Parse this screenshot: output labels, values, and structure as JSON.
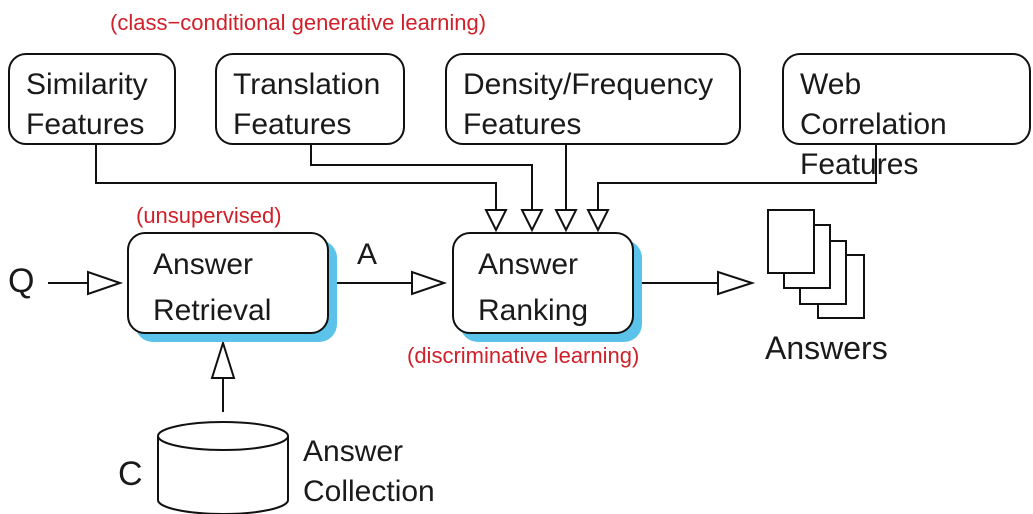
{
  "annotations": {
    "generative": "(class−conditional generative learning)",
    "unsupervised": "(unsupervised)",
    "discriminative": "(discriminative learning)"
  },
  "feature_boxes": {
    "similarity": "Similarity\nFeatures",
    "translation": "Translation\nFeatures",
    "density": "Density/Frequency\nFeatures",
    "web": "Web Correlation\nFeatures"
  },
  "processes": {
    "retrieval": "Answer\nRetrieval",
    "ranking": "Answer\nRanking"
  },
  "symbols": {
    "q": "Q",
    "a": "A",
    "c": "C"
  },
  "collection_label": "Answer\nCollection",
  "answers_label": "Answers",
  "colors": {
    "annotation": "#d0202a",
    "shadow": "#5bc3ea",
    "stroke": "#111111"
  }
}
